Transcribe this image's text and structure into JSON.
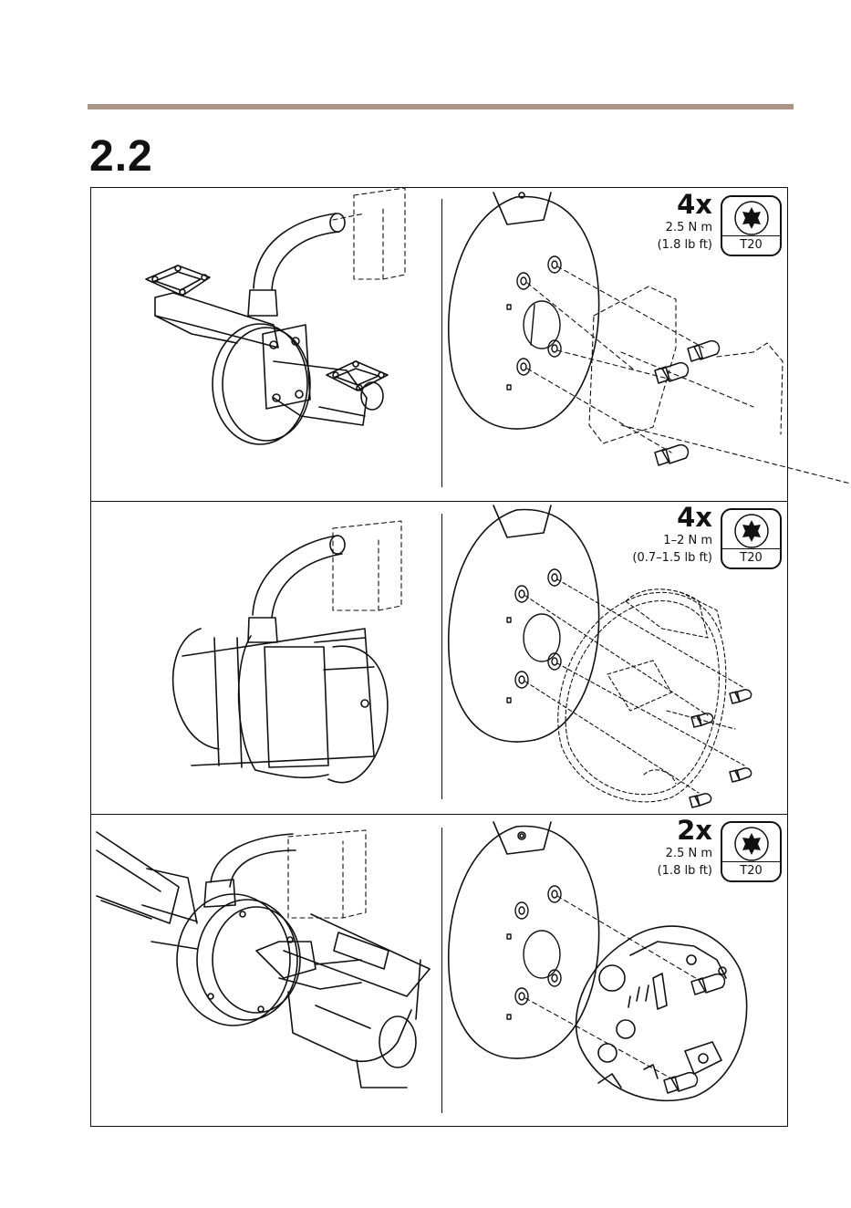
{
  "section_number": "2.2",
  "steps": [
    {
      "count": "4x",
      "torque_metric": "2.5 N m",
      "torque_imperial": "(1.8 lb ft)",
      "tool": "T20",
      "tool_icon": "torx-bit-icon"
    },
    {
      "count": "4x",
      "torque_metric": "1–2 N m",
      "torque_imperial": "(0.7–1.5 lb ft)",
      "tool": "T20",
      "tool_icon": "torx-bit-icon"
    },
    {
      "count": "2x",
      "torque_metric": "2.5 N m",
      "torque_imperial": "(1.8 lb ft)",
      "tool": "T20",
      "tool_icon": "torx-bit-icon"
    }
  ],
  "colors": {
    "header_rule": "#a99487",
    "line_art": "#111111"
  }
}
